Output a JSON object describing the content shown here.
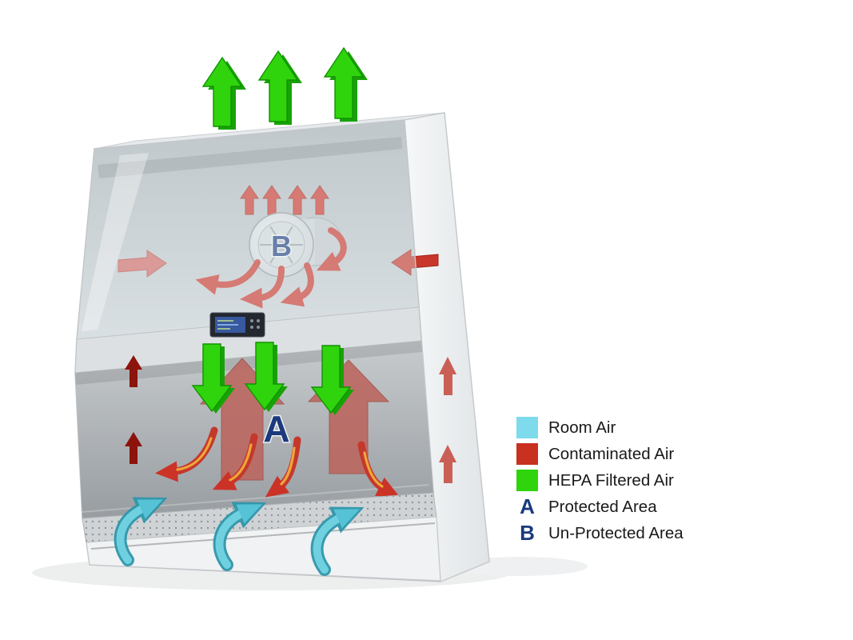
{
  "diagram": {
    "protected_area_letter": "A",
    "unprotected_area_letter": "B"
  },
  "legend": {
    "items": [
      {
        "label": "Room Air"
      },
      {
        "label": "Contaminated Air"
      },
      {
        "label": "HEPA Filtered Air"
      },
      {
        "marker": "A",
        "label": "Protected Area"
      },
      {
        "marker": "B",
        "label": "Un-Protected Area"
      }
    ]
  },
  "colors": {
    "room_air": "#7edbec",
    "room_air_deep": "#2f96aa",
    "contaminated_air": "#c9301f",
    "contaminated_soft": "#bc655e",
    "hepa_green": "#2fd40c",
    "marker_blue": "#1b3a7d",
    "text": "#191919"
  }
}
